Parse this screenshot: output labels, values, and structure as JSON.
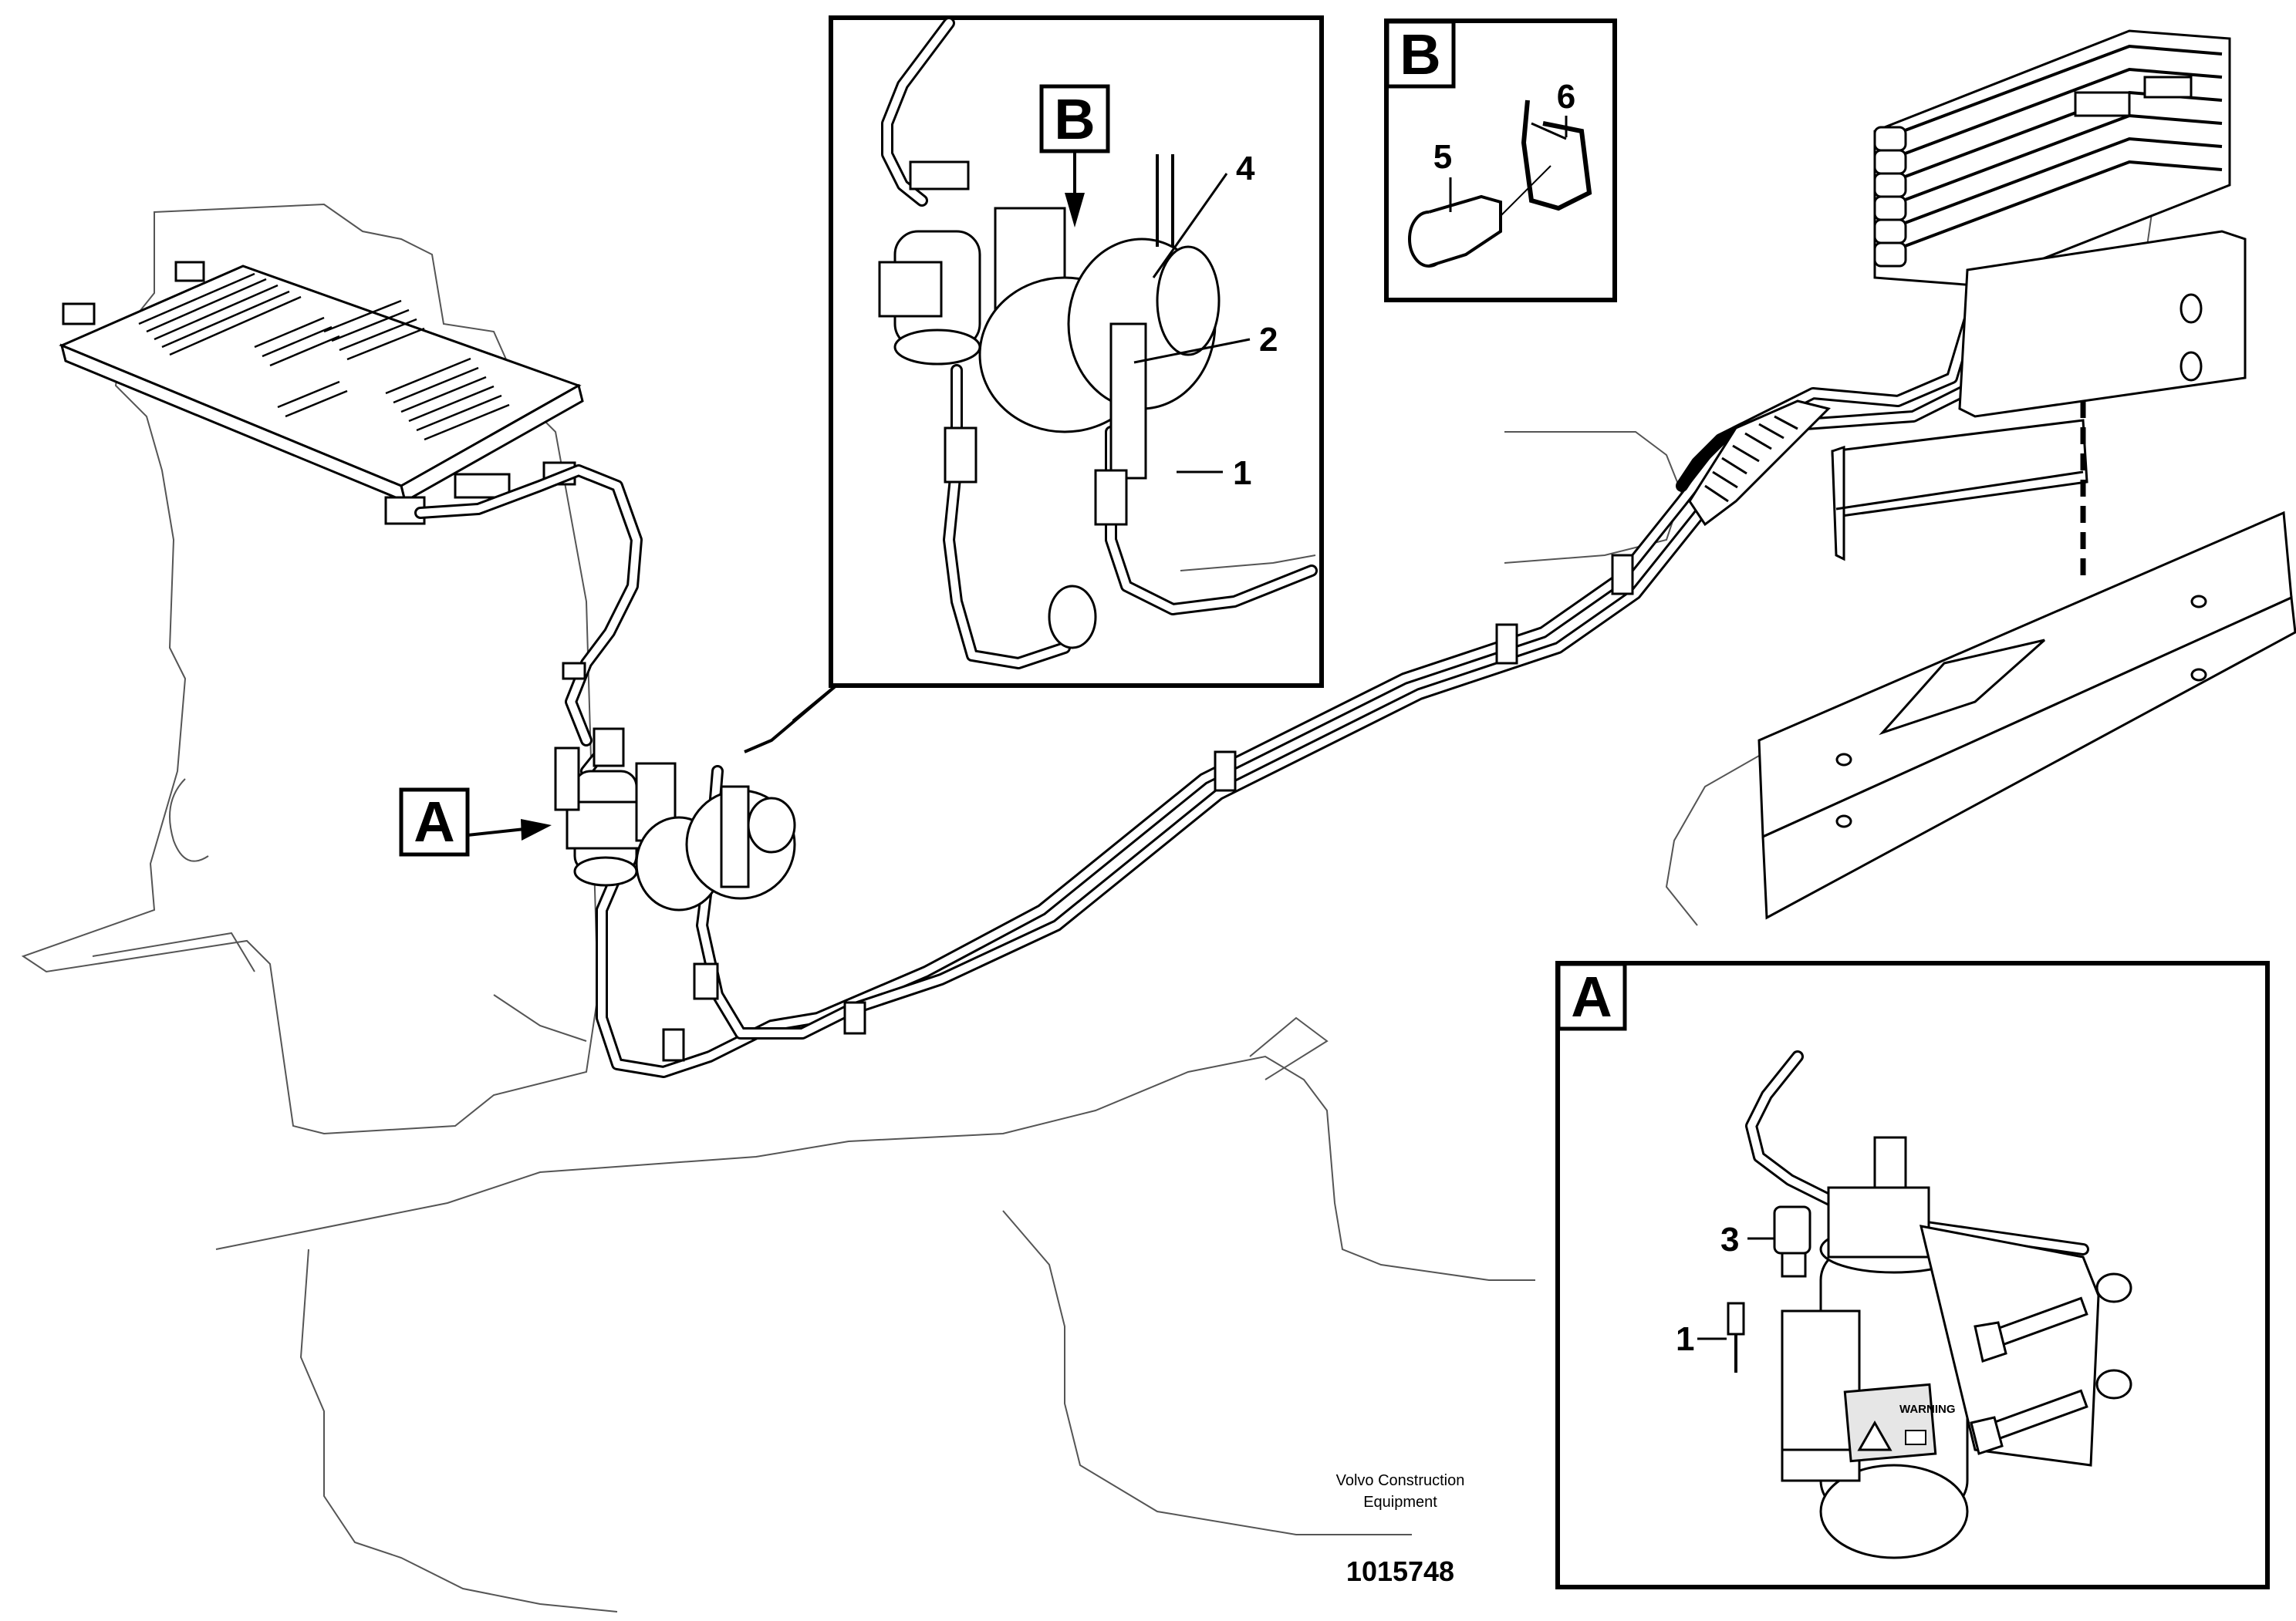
{
  "detail_labels": {
    "detail_a": "A",
    "detail_b": "B"
  },
  "callouts": {
    "p1_detail_b": "1",
    "p2": "2",
    "p3": "3",
    "p4": "4",
    "p5": "5",
    "p6": "6",
    "p1_detail_a": "1"
  },
  "warning_label": "WARNING",
  "footer": {
    "company_line1": "Volvo Construction",
    "company_line2": "Equipment",
    "drawing_number": "1015748"
  }
}
